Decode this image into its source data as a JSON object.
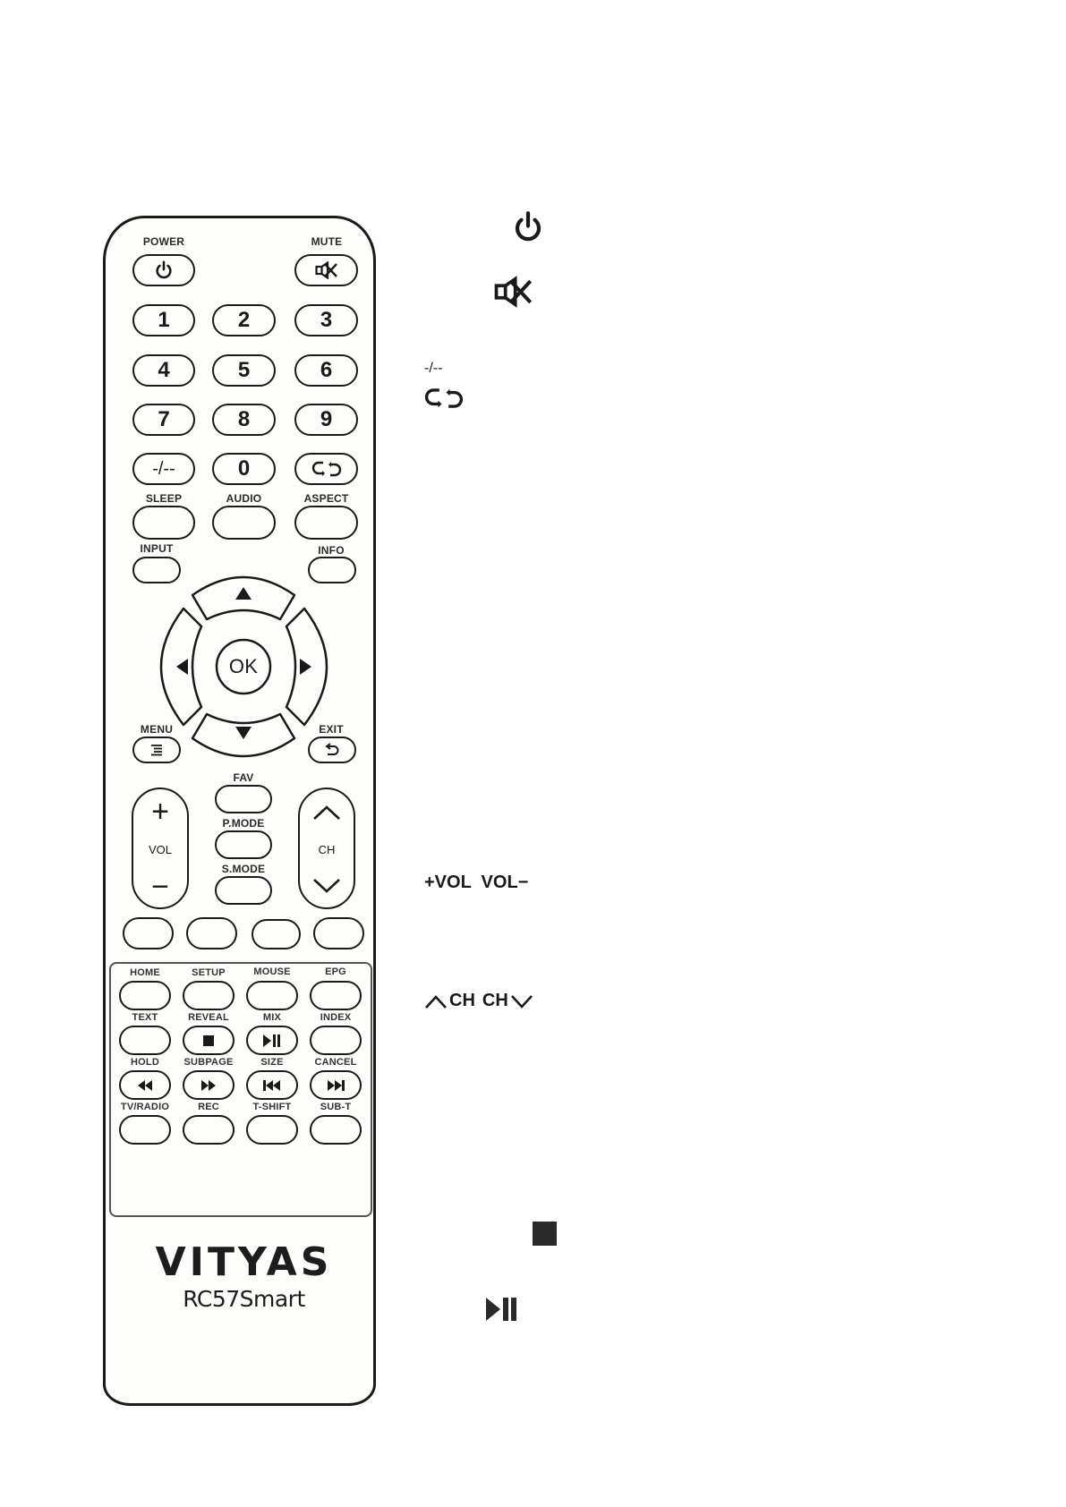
{
  "remote": {
    "brand": "VITYAS",
    "model": "RC57Smart",
    "top_row": {
      "power_label": "POWER",
      "mute_label": "MUTE"
    },
    "numbers": [
      "1",
      "2",
      "3",
      "4",
      "5",
      "6",
      "7",
      "8",
      "9"
    ],
    "row_special": {
      "dash": "-/--",
      "zero": "0",
      "recall_icon": "recall-icon"
    },
    "function_labels": {
      "sleep": "SLEEP",
      "audio": "AUDIO",
      "aspect": "ASPECT",
      "input": "INPUT",
      "info": "INFO",
      "menu": "MENU",
      "exit": "EXIT",
      "fav": "FAV",
      "pmode": "P.MODE",
      "smode": "S.MODE",
      "vol": "VOL",
      "ch": "CH",
      "ok": "OK",
      "vol_plus": "+",
      "vol_minus": "−"
    },
    "lower_panel": {
      "row1": [
        "HOME",
        "SETUP",
        "MOUSE",
        "EPG"
      ],
      "row2": [
        "TEXT",
        "REVEAL",
        "MIX",
        "INDEX"
      ],
      "row3": [
        "HOLD",
        "SUBPAGE",
        "SIZE",
        "CANCEL"
      ],
      "row4": [
        "TV/RADIO",
        "REC",
        "T-SHIFT",
        "SUB-T"
      ]
    }
  },
  "legend": {
    "power_icon": "power-icon",
    "mute_icon": "mute-icon",
    "dash_text": "-/--",
    "recall_icon": "recall-icon",
    "vol_text": "+VOL  VOL−",
    "ch_up": "CH",
    "ch_down": "CH",
    "stop_icon": "stop-icon",
    "play_pause_icon": "play-pause-icon"
  }
}
